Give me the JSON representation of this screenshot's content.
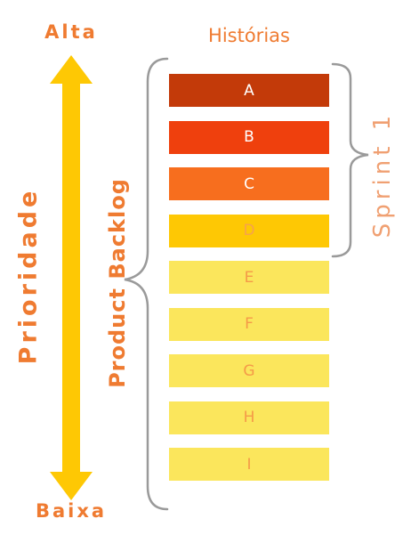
{
  "priority": {
    "high": "Alta",
    "low": "Baixa",
    "label": "Prioridade"
  },
  "backlog_label": "Product Backlog",
  "stories_header": "Histórias",
  "sprint_label": "Sprint 1",
  "stories": [
    {
      "label": "A",
      "fill": "#c33a09",
      "text_color": "#ffffff"
    },
    {
      "label": "B",
      "fill": "#ef400d",
      "text_color": "#ffffff"
    },
    {
      "label": "C",
      "fill": "#f76e1e",
      "text_color": "#ffffff"
    },
    {
      "label": "D",
      "fill": "#fec804",
      "text_color": "#f6a24d"
    },
    {
      "label": "E",
      "fill": "#fbe65c",
      "text_color": "#f59a48"
    },
    {
      "label": "F",
      "fill": "#fbe65c",
      "text_color": "#f59a48"
    },
    {
      "label": "G",
      "fill": "#fbe65c",
      "text_color": "#f59a48"
    },
    {
      "label": "H",
      "fill": "#fbe65c",
      "text_color": "#f59a48"
    },
    {
      "label": "I",
      "fill": "#fbe65c",
      "text_color": "#f59a48"
    }
  ],
  "colors": {
    "accent_orange": "#ef7b31",
    "arrow_yellow": "#fec804",
    "brace_gray": "#9a9a9a"
  }
}
